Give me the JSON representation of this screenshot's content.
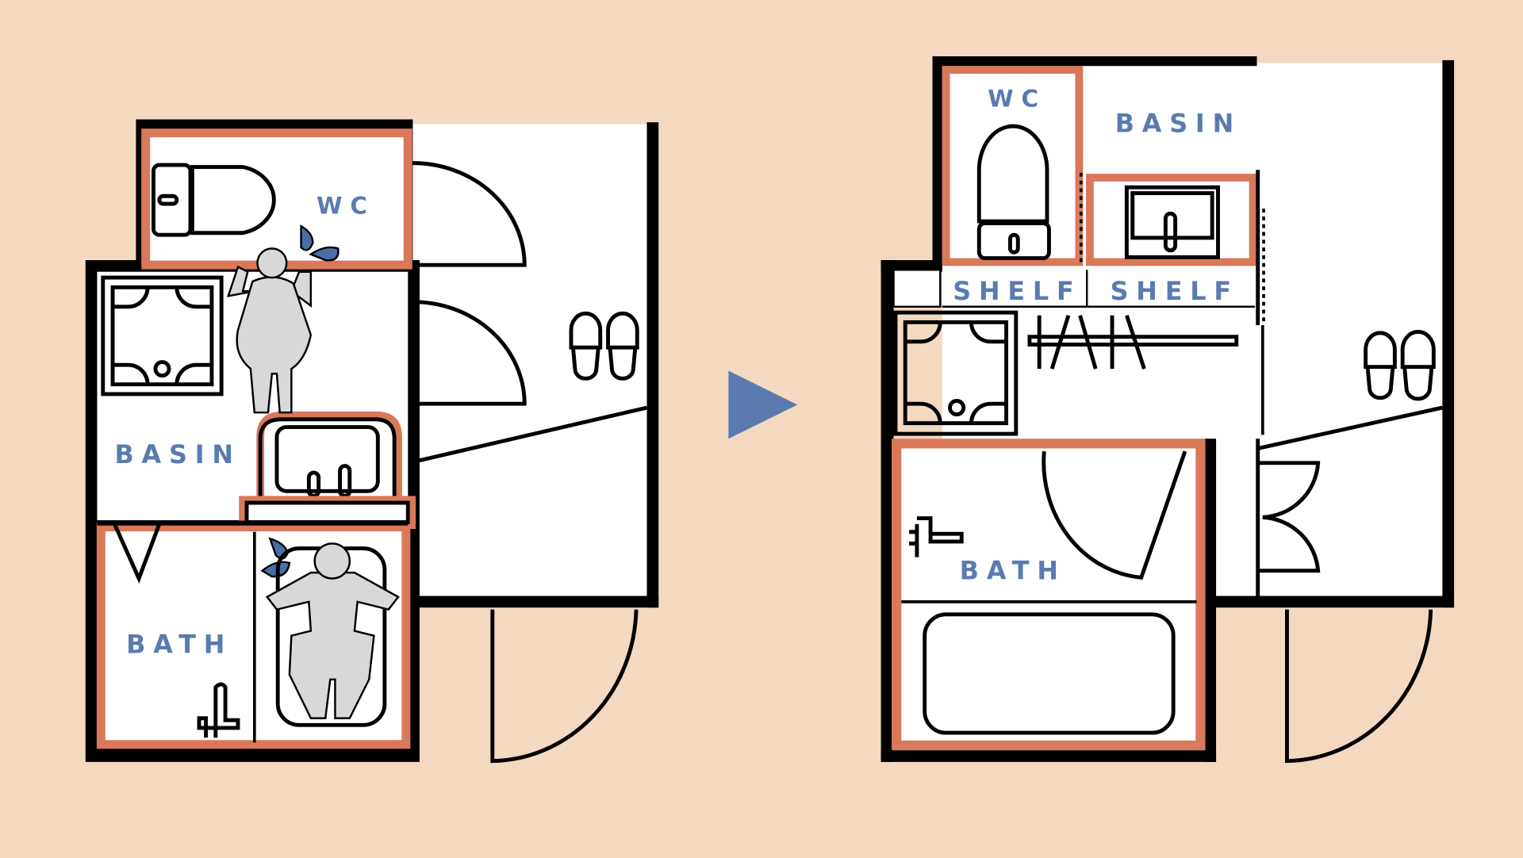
{
  "before": {
    "wc_label": "WC",
    "basin_label": "BASIN",
    "bath_label": "BATH"
  },
  "after": {
    "wc_label": "WC",
    "basin_label": "BASIN",
    "bath_label": "BATH",
    "shelf_labels": [
      "SHELF",
      "SHELF"
    ]
  },
  "colors": {
    "background": "#f4d9c1",
    "accent": "#d9785a",
    "text": "#5a7bb0",
    "figure": "#d8d8d8",
    "water": "#4a6fa8"
  }
}
